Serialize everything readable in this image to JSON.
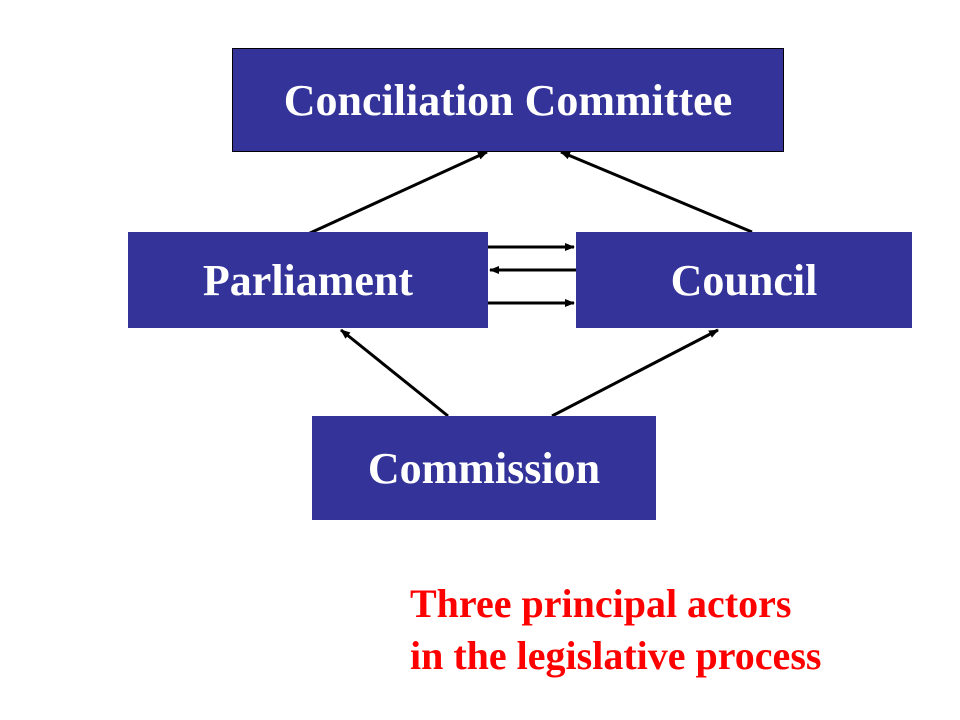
{
  "diagram": {
    "nodes": {
      "conciliation_committee": "Conciliation Committee",
      "parliament": "Parliament",
      "council": "Council",
      "commission": "Commission"
    },
    "edges": [
      {
        "from": "parliament",
        "to": "conciliation_committee"
      },
      {
        "from": "council",
        "to": "conciliation_committee"
      },
      {
        "from": "parliament",
        "to": "council"
      },
      {
        "from": "council",
        "to": "parliament"
      },
      {
        "from": "parliament",
        "to": "council"
      },
      {
        "from": "commission",
        "to": "parliament"
      },
      {
        "from": "commission",
        "to": "council"
      }
    ],
    "colors": {
      "box_fill": "#333399",
      "box_text": "#ffffff",
      "arrow": "#000000",
      "caption": "#ff0000"
    }
  },
  "caption": {
    "line1": "Three principal actors",
    "line2": "in the legislative process"
  }
}
